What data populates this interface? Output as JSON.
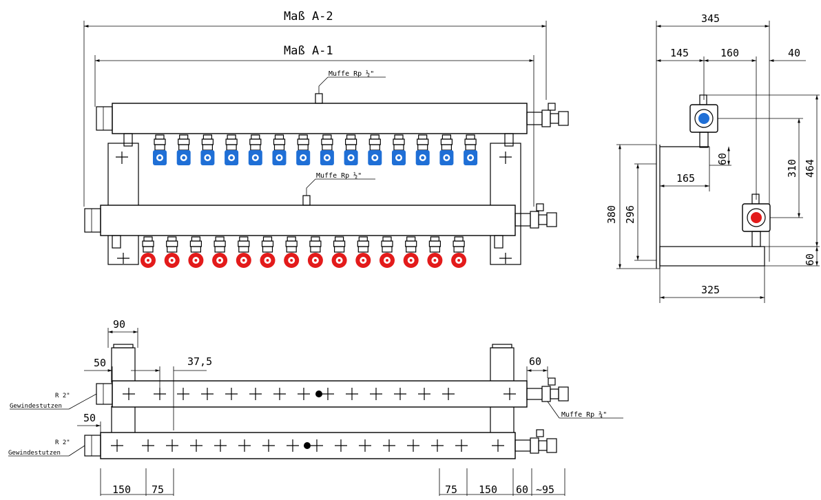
{
  "front_view": {
    "dim_a2": "Maß A-2",
    "dim_a1": "Maß A-1",
    "socket_top": "Muffe Rp ½\"",
    "socket_mid": "Muffe Rp ½\"",
    "supply_valve_count": 14,
    "return_valve_count": 14,
    "supply_color": "#1f6fd6",
    "return_color": "#e31b1b"
  },
  "side_view": {
    "dim_345": "345",
    "dim_145": "145",
    "dim_160": "160",
    "dim_40": "40",
    "dim_60_top": "60",
    "dim_165": "165",
    "dim_310": "310",
    "dim_464": "464",
    "dim_380": "380",
    "dim_296": "296",
    "dim_60_bottom": "60",
    "dim_325": "325"
  },
  "top_view": {
    "dim_90": "90",
    "dim_50_top": "50",
    "dim_37_5": "37,5",
    "dim_60": "60",
    "dim_50_bottom": "50",
    "thread_label_1": "R 2\"",
    "thread_label_1b": "Gewindestutzen",
    "thread_label_2": "R 2\"",
    "thread_label_2b": "Gewindestutzen",
    "socket_label": "Muffe Rp ¾\"",
    "bottom_dims": [
      "150",
      "75",
      "75",
      "150",
      "60",
      "~95"
    ]
  }
}
